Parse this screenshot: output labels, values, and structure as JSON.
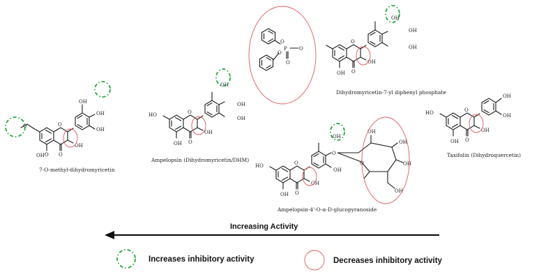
{
  "compounds": {
    "methyl_dhm": "7-O-methyl-dihydromyricetin",
    "ampelopsin": "Ampelopsin (Dihydromyricetin/DHM)",
    "diphenyl_phosphate": "Dihydromyricetin-7-yl diphenyl phosphate",
    "glucopyranoside": "Ampelopsin-4'-O-α-D-glucopyranoside",
    "taxifolin": "Taxifolin (Dihydroquercetin)"
  },
  "atoms": {
    "hydroxyl": "OH",
    "oxo": "O",
    "ho": "HO",
    "phosphorus": "P"
  },
  "activity_arrow": {
    "label": "Increasing Activity"
  },
  "legend": {
    "increase": "Increases inhibitory activity",
    "decrease": "Decreases inhibitory activity",
    "increase_color": "#21a83a",
    "decrease_color": "#e05a5a"
  }
}
